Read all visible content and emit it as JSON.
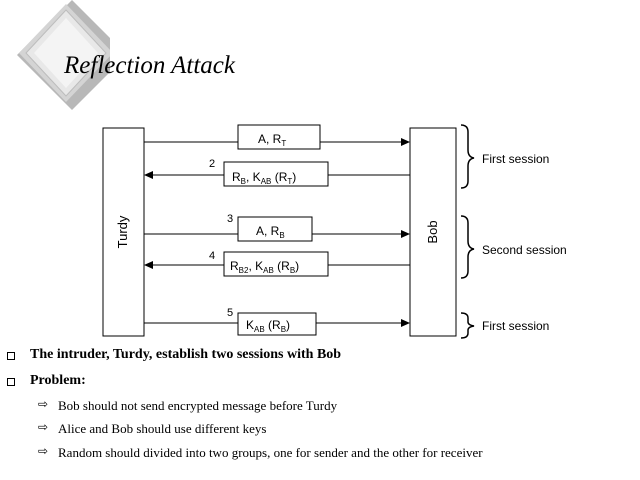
{
  "slide": {
    "title": "Reflection Attack"
  },
  "diagram": {
    "left_party": "Turdy",
    "right_party": "Bob",
    "messages": [
      {
        "number": "",
        "label": "A, R",
        "sub": "T",
        "direction": "to-bob"
      },
      {
        "number": "2",
        "label": "R",
        "sub": "B",
        "label2": ", K",
        "sub2": "AB",
        "label3": " (R",
        "sub3": "T",
        "label4": ")",
        "direction": "to-turdy"
      },
      {
        "number": "3",
        "label": "A, R",
        "sub": "B",
        "direction": "to-bob"
      },
      {
        "number": "4",
        "label": "R",
        "sub": "B2",
        "label2": ", K",
        "sub2": "AB",
        "label3": " (R",
        "sub3": "B",
        "label4": ")",
        "direction": "to-turdy"
      },
      {
        "number": "5",
        "label": "K",
        "sub": "AB",
        "label2": " (R",
        "sub2": "B",
        "label3": ")",
        "direction": "to-bob"
      }
    ],
    "sessions": [
      "First session",
      "Second session",
      "First session"
    ]
  },
  "bullets": [
    {
      "text": "The intruder, Turdy, establish two sessions with Bob",
      "children": []
    },
    {
      "text": "Problem:",
      "children": [
        "Bob should not send encrypted message before Turdy",
        "Alice and Bob should use different keys",
        "Random should divided into two groups, one for sender and the other for receiver"
      ]
    }
  ]
}
